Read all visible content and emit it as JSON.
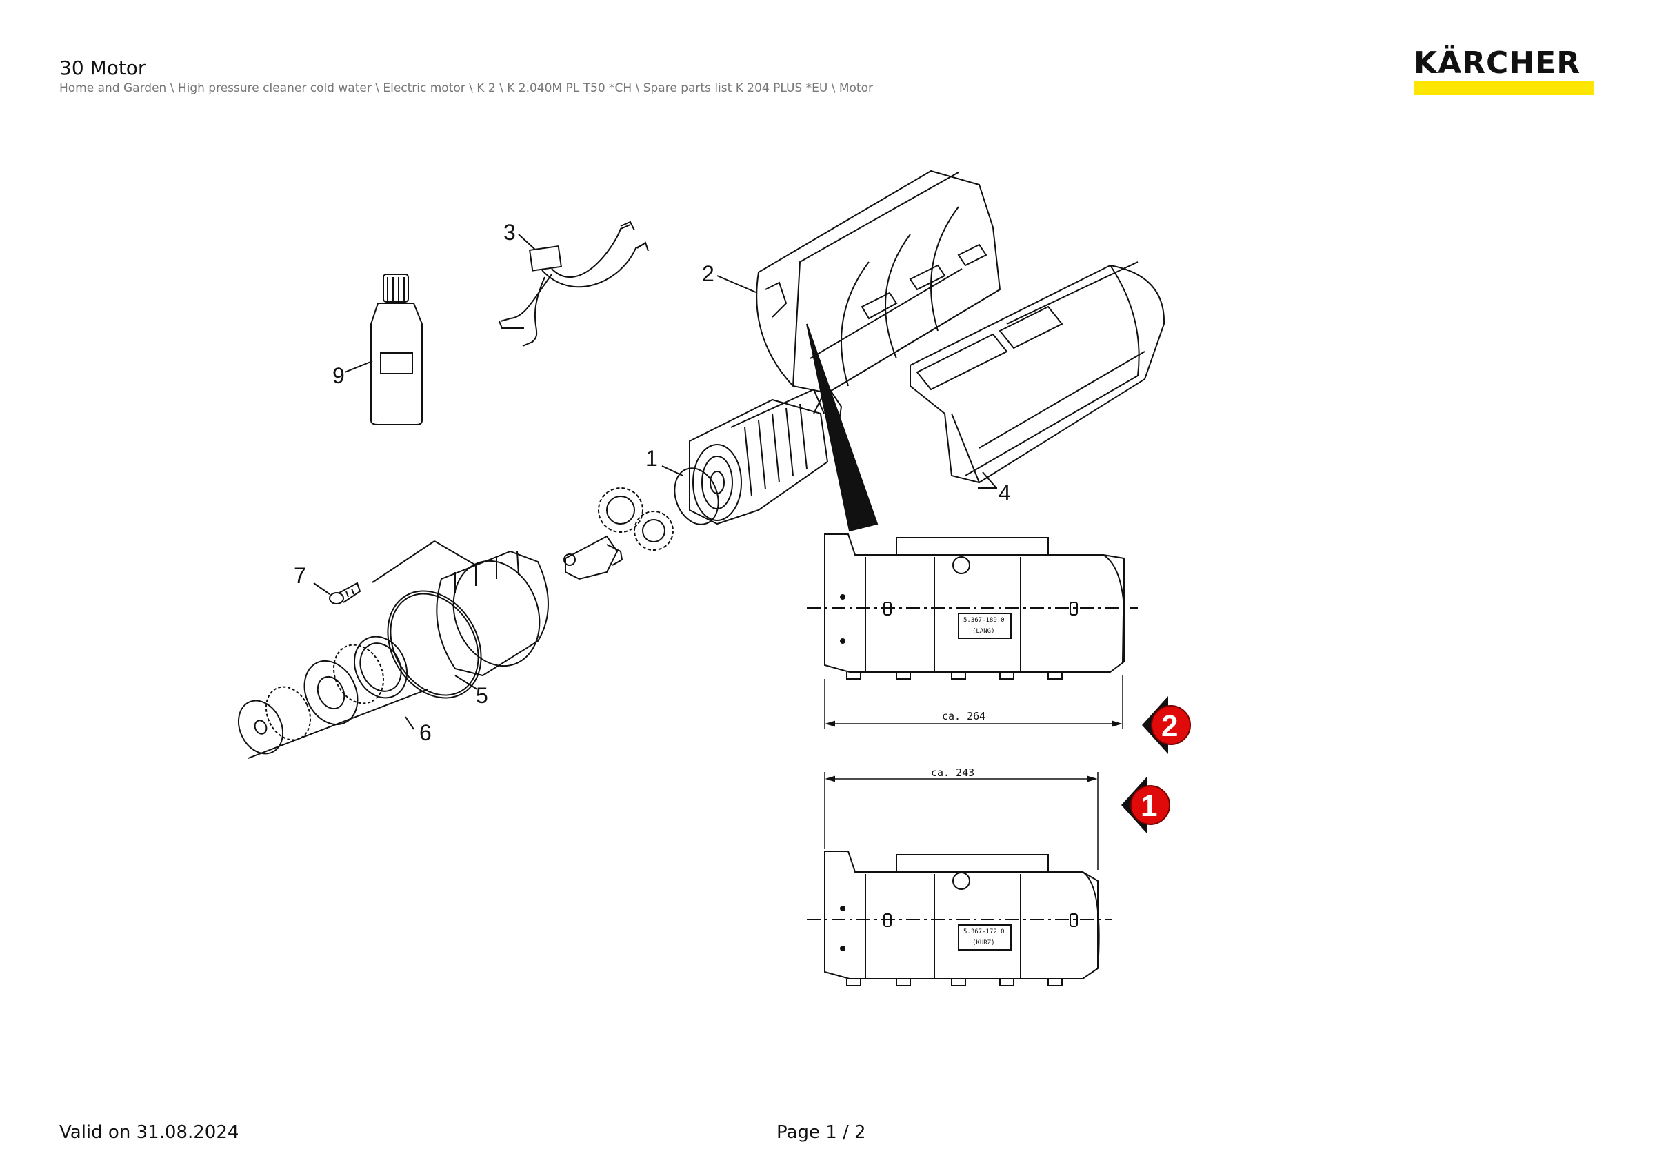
{
  "header": {
    "title": "30 Motor",
    "breadcrumb": "Home and Garden \\ High pressure cleaner cold water \\ Electric motor \\ K 2 \\ K 2.040M PL T50 *CH \\ Spare parts list K 204 PLUS *EU \\ Motor",
    "logo_text": "KÄRCHER",
    "brand_yellow": "#ffe600"
  },
  "drawing": {
    "callouts": [
      "1",
      "2",
      "3",
      "4",
      "5",
      "6",
      "7",
      "9"
    ],
    "long_version": {
      "dimension": "ca. 264",
      "part_number": "5.367-189.0",
      "variant": "(LANG)",
      "badge": "2"
    },
    "short_version": {
      "dimension": "ca. 243",
      "part_number": "5.367-172.0",
      "variant": "(KURZ)",
      "badge": "1"
    },
    "badge_color": "#e10a0a"
  },
  "footer": {
    "valid": "Valid on 31.08.2024",
    "page": "Page 1 / 2"
  }
}
